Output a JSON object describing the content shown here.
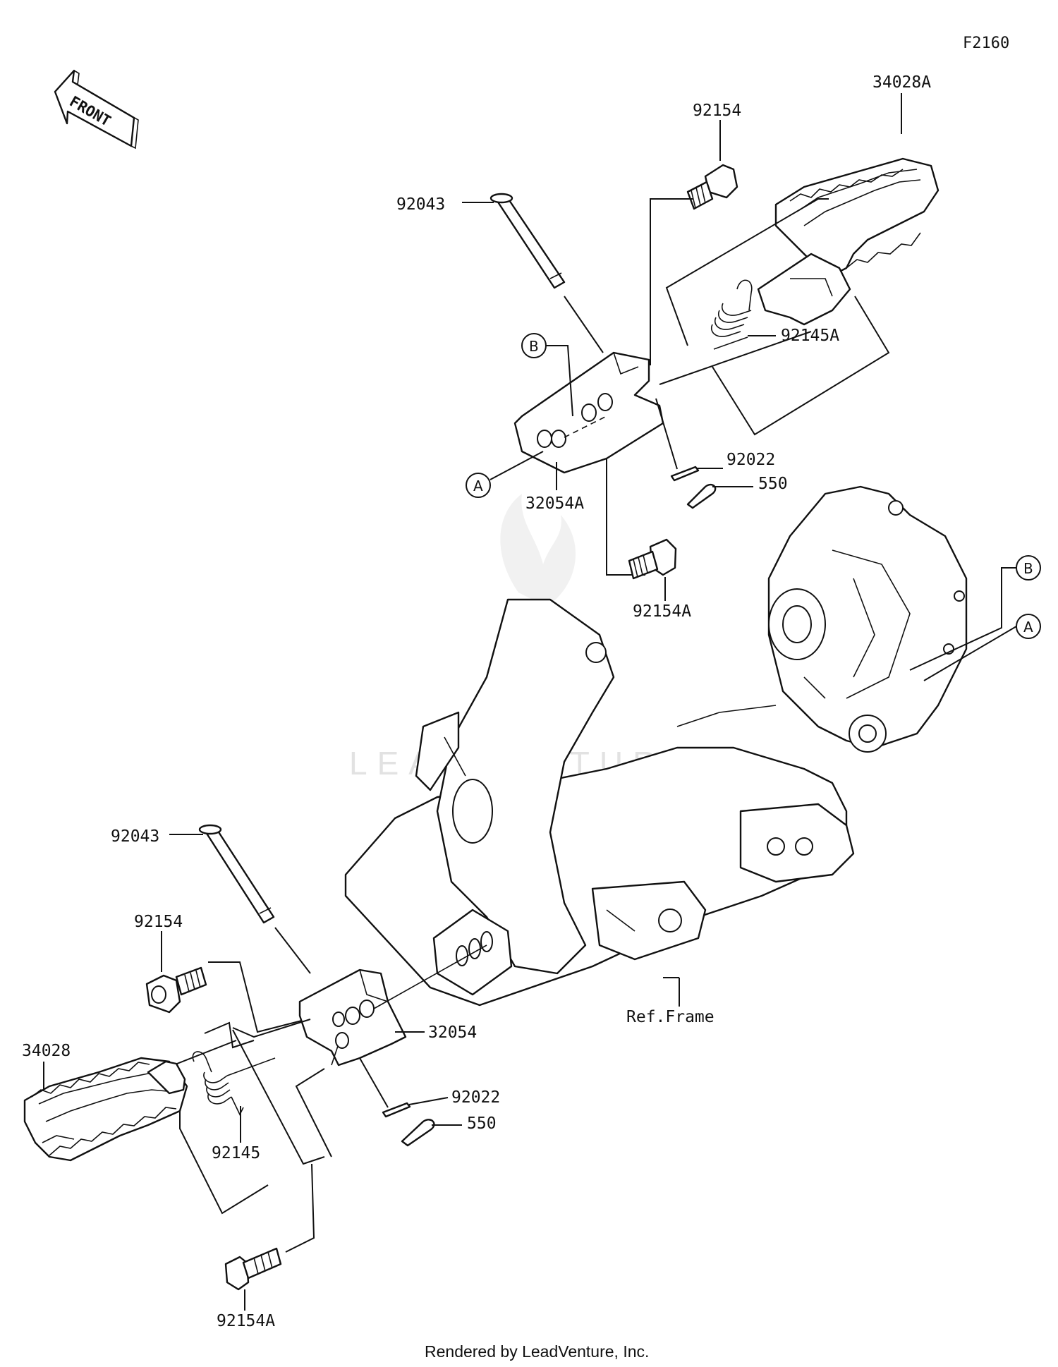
{
  "figure_code": "F2160",
  "front_arrow_text": "FRONT",
  "watermark": "LEADVENTURE",
  "footer": "Rendered by LeadVenture, Inc.",
  "ref_markers": [
    "A",
    "B"
  ],
  "labels": {
    "upper": {
      "p34028A": "34028A",
      "p92154": "92154",
      "p92043": "92043",
      "p92145A": "92145A",
      "p92022": "92022",
      "p550": "550",
      "p32054A": "32054A",
      "p92154A": "92154A"
    },
    "lower": {
      "p92043": "92043",
      "p92154": "92154",
      "p34028": "34028",
      "p32054": "32054",
      "p92022": "92022",
      "p550": "550",
      "p92145": "92145",
      "p92154A": "92154A"
    },
    "ref_frame": "Ref.Frame"
  }
}
